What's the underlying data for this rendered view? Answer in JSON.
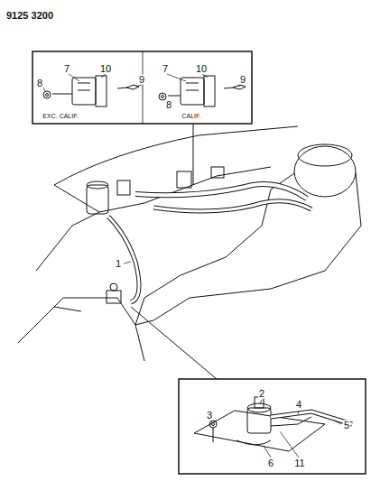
{
  "diagram": {
    "labels": [
      "9125 3200",
      "7",
      "10",
      "9",
      "8",
      "EXC. CALIF.",
      "7",
      "10",
      "9",
      "8",
      "CALIF.",
      "1",
      "2",
      "3",
      "4",
      "5",
      "6",
      "11"
    ]
  }
}
